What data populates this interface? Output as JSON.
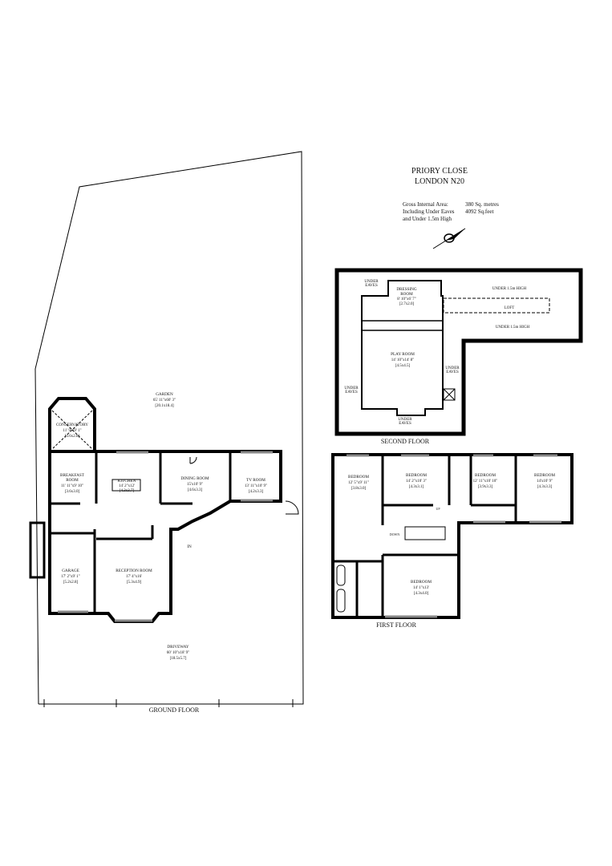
{
  "title": {
    "line1": "PRIORY CLOSE",
    "line2": "LONDON N20"
  },
  "area": {
    "label1": "Gross Internal Area:",
    "label2": "Including Under Eaves",
    "label3": "and Under 1.5m High",
    "metric": "380 Sq. metres",
    "imperial": "4092 Sq.feet"
  },
  "compass_icon": "north-arrow",
  "ground_floor": {
    "label": "GROUND FLOOR",
    "entrance": "IN",
    "rooms": [
      {
        "name": "GARDEN",
        "dim": "65' 11\"x60' 3\"",
        "metric": "[20.1x18.4]"
      },
      {
        "name": "CONSERVATORY",
        "dim": "11' 9\"x9' 1\"",
        "metric": "[3.6x2.8]"
      },
      {
        "name": "BREAKFAST",
        "name2": "ROOM",
        "dim": "11' 11\"x9' 10\"",
        "metric": "[3.6x3.0]"
      },
      {
        "name": "KITCHEN",
        "dim": "14' 2\"x12'",
        "metric": "[4.3x3.7]"
      },
      {
        "name": "DINING ROOM",
        "dim": "15'x10' 9\"",
        "metric": "[4.6x3.3]"
      },
      {
        "name": "TV ROOM",
        "dim": "13' 11\"x10' 9\"",
        "metric": "[4.2x3.3]"
      },
      {
        "name": "GARAGE",
        "dim": "17' 2\"x9' 1\"",
        "metric": "[5.2x2.8]"
      },
      {
        "name": "RECEPTION ROOM",
        "dim": "17' 4\"x16'",
        "metric": "[5.3x4.9]"
      },
      {
        "name": "DRIVEWAY",
        "dim": "60' 10\"x18' 9\"",
        "metric": "[18.5x5.7]"
      }
    ]
  },
  "first_floor": {
    "label": "FIRST FLOOR",
    "stairs_down": "DOWN",
    "stairs_up": "UP",
    "rooms": [
      {
        "name": "BEDROOM",
        "dim": "12' 5\"x9' 11\"",
        "metric": "[3.8x3.0]"
      },
      {
        "name": "BEDROOM",
        "dim": "14' 2\"x10' 3\"",
        "metric": "[4.3x3.1]"
      },
      {
        "name": "BEDROOM",
        "dim": "12' 11\"x10' 10\"",
        "metric": "[3.9x3.3]"
      },
      {
        "name": "BEDROOM",
        "dim": "14'x10' 9\"",
        "metric": "[4.3x3.3]"
      },
      {
        "name": "BEDROOM",
        "dim": "14' 1\"x13'",
        "metric": "[4.3x4.0]"
      }
    ]
  },
  "second_floor": {
    "label": "SECOND FLOOR",
    "under_eaves_1": "UNDER",
    "under_eaves_2": "EAVES",
    "under_high": "UNDER 1.5m HIGH",
    "loft": "LOFT",
    "rooms": [
      {
        "name": "DRESSING",
        "name2": "ROOM",
        "dim": "8' 10\"x6' 7\"",
        "metric": "[2.7x2.0]"
      },
      {
        "name": "PLAY ROOM",
        "dim": "14' 10\"x14' 8\"",
        "metric": "[4.5x4.5]"
      }
    ]
  }
}
